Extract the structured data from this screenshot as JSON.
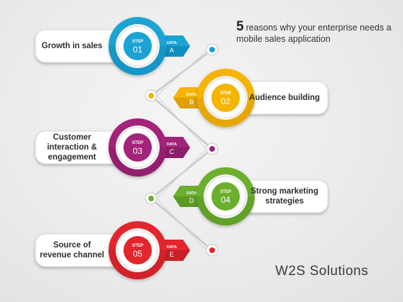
{
  "title": {
    "number": "5",
    "text": "reasons why your enterprise needs a mobile sales application"
  },
  "brand": "W2S Solutions",
  "steps": [
    {
      "step_word": "STEP",
      "step_num": "01",
      "data_word": "DATA",
      "data_letter": "A",
      "label": "Growth in sales",
      "color": "#1aa3d4",
      "dark": "#0b7fae"
    },
    {
      "step_word": "STEP",
      "step_num": "02",
      "data_word": "DATA",
      "data_letter": "B",
      "label": "Audience building",
      "color": "#f4b400",
      "dark": "#d08f00"
    },
    {
      "step_word": "STEP",
      "step_num": "03",
      "data_word": "DATA",
      "data_letter": "C",
      "label": "Customer interaction & engagement",
      "color": "#a3247a",
      "dark": "#7c1a5c"
    },
    {
      "step_word": "STEP",
      "step_num": "04",
      "data_word": "DATA",
      "data_letter": "D",
      "label": "Strong marketing strategies",
      "color": "#6cae2d",
      "dark": "#4e8a1b"
    },
    {
      "step_word": "STEP",
      "step_num": "05",
      "data_word": "DATA",
      "data_letter": "E",
      "label": "Source of revenue channel",
      "color": "#e3262d",
      "dark": "#b51a20"
    }
  ]
}
